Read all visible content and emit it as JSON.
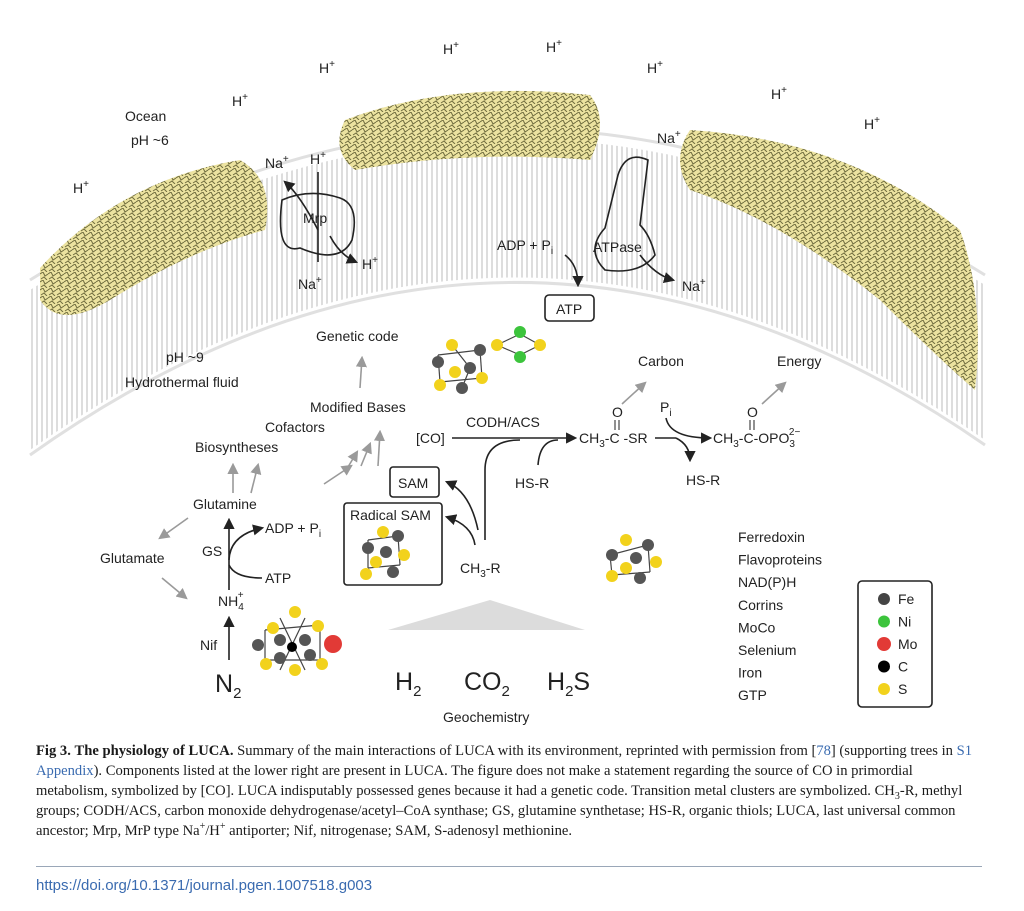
{
  "labels": {
    "ocean": "Ocean",
    "ocean_ph": "pH ~6",
    "hydro_ph": "pH ~9",
    "hydro": "Hydrothermal fluid",
    "h_plus": "H",
    "plus": "+",
    "na_plus": "Na",
    "mrp": "Mrp",
    "atpase": "ATPase",
    "adp_pi": "ADP + P",
    "i": "i",
    "atp": "ATP",
    "genetic_code": "Genetic code",
    "modified_bases": "Modified Bases",
    "cofactors": "Cofactors",
    "biosyntheses": "Biosyntheses",
    "glutamine": "Glutamine",
    "glutamate": "Glutamate",
    "gs": "GS",
    "adp_pi2": "ADP + P",
    "atp2": "ATP",
    "nh4": "NH",
    "nh4_sub": "4",
    "nh4_sup": "+",
    "nif": "Nif",
    "n2": "N",
    "n2_sub": "2",
    "sam": "SAM",
    "radical_sam": "Radical SAM",
    "co": "[CO]",
    "codh": "CODH/ACS",
    "ch3_1": "CH",
    "ch3_sub": "3",
    "csr": "-C -SR",
    "o": "O",
    "hsr1": "HS-R",
    "pi_p": "P",
    "ch3c": "CH",
    "opo3": "-C-OPO",
    "opo3_sub": "3",
    "opo3_sup": "2−",
    "hsr2": "HS-R",
    "carbon": "Carbon",
    "energy": "Energy",
    "ch3r": "CH",
    "ch3r_rest": "-R",
    "h2": "H",
    "co2": "CO",
    "h2s_h": "H",
    "h2s_s": "S",
    "geochemistry": "Geochemistry",
    "luca_components": [
      "Ferredoxin",
      "Flavoproteins",
      "NAD(P)H",
      "Corrins",
      "MoCo",
      "Selenium",
      "Iron",
      "GTP"
    ]
  },
  "legend": [
    {
      "symbol": "Fe",
      "color": "#444444"
    },
    {
      "symbol": "Ni",
      "color": "#3cc43c"
    },
    {
      "symbol": "Mo",
      "color": "#e23a36"
    },
    {
      "symbol": "C",
      "color": "#000000"
    },
    {
      "symbol": "S",
      "color": "#f2d21c"
    }
  ],
  "caption": {
    "fig": "Fig 3.",
    "title": "The physiology of LUCA.",
    "t1": "Summary of the main interactions of LUCA with its environment, reprinted with permission from [",
    "ref": "78",
    "t2": "] (supporting trees in ",
    "link": "S1 Appendix",
    "t3": "). Components listed at the lower right are present in LUCA. The figure does not make a statement regarding the source of CO in primordial metabolism, symbolized by [CO]. LUCA indisputably possessed genes because it had a genetic code. Transition metal clusters are symbolized. CH",
    "sub3": "3",
    "t4": "-R, methyl groups; CODH/ACS, carbon monoxide dehydrogenase/acetyl–CoA synthase; GS, glutamine synthetase; HS-R, organic thiols; LUCA, last universal common ancestor; Mrp, MrP type Na",
    "supplus": "+",
    "slash": "/H",
    "supplus2": "+",
    "t5": " antiporter; Nif, nitrogenase; SAM, S-adenosyl methionine."
  },
  "doi": "https://doi.org/10.1371/journal.pgen.1007518.g003",
  "colors": {
    "foliage": "#e8dd8e",
    "foliage_dark": "#6b6a3f",
    "membrane": "#dcdcdc",
    "link": "#3a6bb0"
  }
}
